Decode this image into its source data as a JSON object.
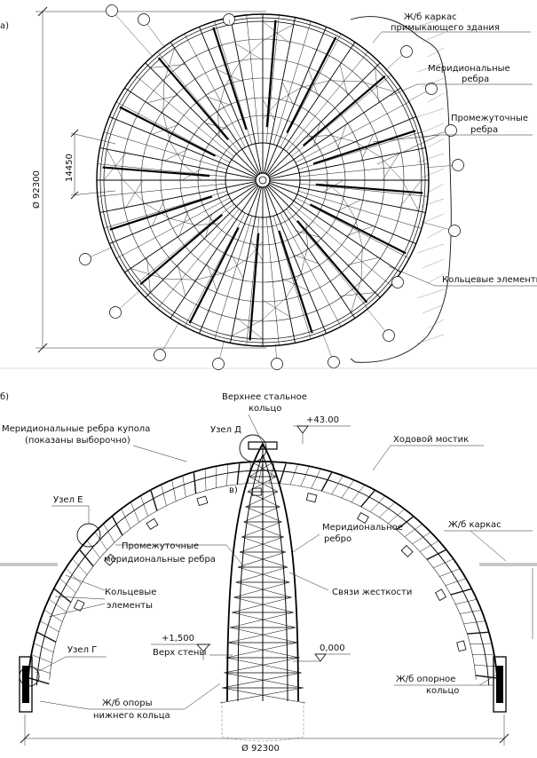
{
  "panel_labels": {
    "a": "а)",
    "b": "б)",
    "v": "в)"
  },
  "plan": {
    "diameter_label": "Ø 92300",
    "segment_label": "14450",
    "labels": {
      "rc_frame_line1": "Ж/б каркас",
      "rc_frame_line2": "примыкающего здания",
      "meridional_line1": "Меридиональные",
      "meridional_line2": "ребра",
      "intermediate_line1": "Промежуточные",
      "intermediate_line2": "ребра",
      "ring_elements": "Кольцевые элементы"
    }
  },
  "section": {
    "labels": {
      "top_ring_line1": "Верхнее стальное",
      "top_ring_line2": "кольцо",
      "elev_top": "+43.00",
      "node_d": "Узел Д",
      "meridional_ribs_line1": "Меридиональные ребра купола",
      "meridional_ribs_line2": "(показаны выборочно)",
      "walkway": "Ходовой мостик",
      "node_e": "Узел Е",
      "rib_line1": "Меридиональное",
      "rib_line2": "ребро",
      "intermediate_ribs_line1": "Промежуточные",
      "intermediate_ribs_line2": "меридиональные ребра",
      "rc_frame": "Ж/б каркас",
      "bracing": "Связи жесткости",
      "ring_line1": "Кольцевые",
      "ring_line2": "элементы",
      "node_g": "Узел Г",
      "elev_wall_value": "+1,500",
      "elev_wall_text": "Верх стены",
      "elev_zero": "0,000",
      "rc_support_ring_line1": "Ж/б опорное",
      "rc_support_ring_line2": "кольцо",
      "rc_supports_line1": "Ж/б опоры",
      "rc_supports_line2": "нижнего кольца",
      "diameter_label": "Ø 92300"
    }
  }
}
